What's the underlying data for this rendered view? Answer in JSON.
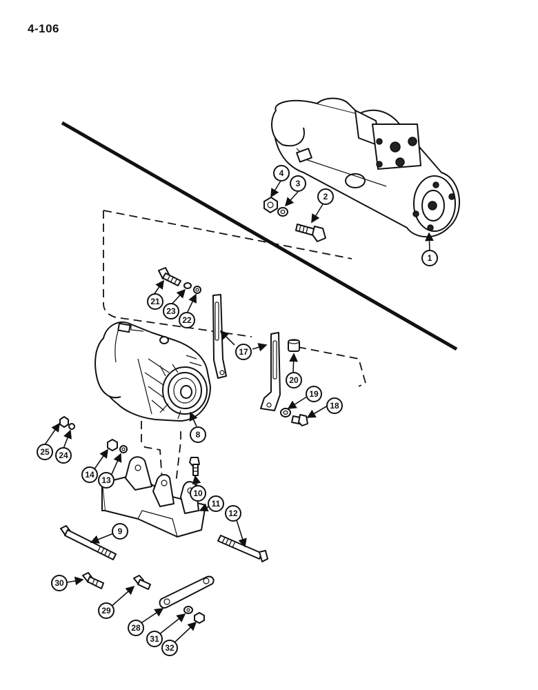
{
  "page": {
    "number": "4-106"
  },
  "callouts": [
    "1",
    "2",
    "3",
    "4",
    "8",
    "9",
    "10",
    "11",
    "12",
    "13",
    "14",
    "17",
    "18",
    "19",
    "20",
    "21",
    "22",
    "23",
    "24",
    "25",
    "28",
    "29",
    "30",
    "31",
    "32"
  ],
  "colors": {
    "ink": "#111111",
    "paper": "#ffffff"
  }
}
